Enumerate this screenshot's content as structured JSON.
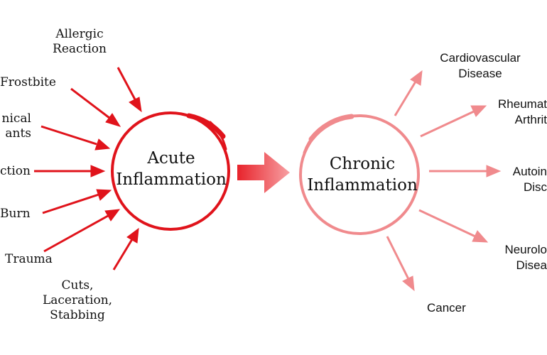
{
  "colors": {
    "acute": "#e0131b",
    "chronic": "#f08a8d",
    "center_arrow": "#ee4a50"
  },
  "acute_circle": {
    "line1": "Acute",
    "line2": "Inflammation"
  },
  "chronic_circle": {
    "line1": "Chronic",
    "line2": "Inflammation"
  },
  "causes": [
    {
      "line1": "Allergic",
      "line2": "Reaction"
    },
    {
      "line1": "Frostbite"
    },
    {
      "line1": "nical",
      "line2": "ants"
    },
    {
      "line1": "ction"
    },
    {
      "line1": "Burn"
    },
    {
      "line1": "Trauma"
    },
    {
      "line1": "Cuts,",
      "line2": "Laceration,",
      "line3": "Stabbing"
    }
  ],
  "consequences": [
    {
      "line1": "Cardiovascular",
      "line2": "Disease"
    },
    {
      "line1": "Rheumat",
      "line2": "Arthrit"
    },
    {
      "line1": "Autoin",
      "line2": "Disc"
    },
    {
      "line1": "Neurolo",
      "line2": "Disea"
    },
    {
      "line1": "Cancer"
    }
  ]
}
